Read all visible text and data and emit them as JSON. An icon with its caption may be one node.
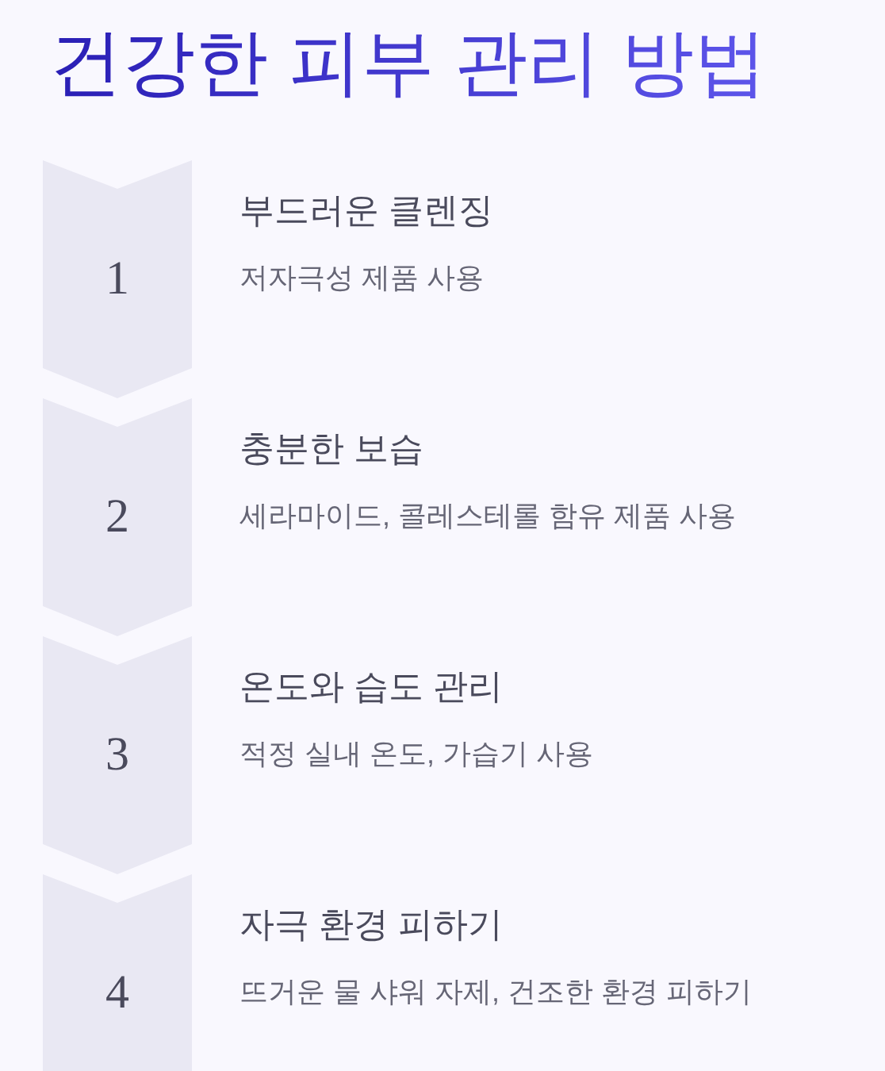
{
  "diagram": {
    "title": "건강한 피부 관리 방법",
    "nodes": [
      {
        "text": [
          "1"
        ],
        "beside": [
          "부드러운 클렌징",
          "저자극성 제품 사용"
        ]
      },
      {
        "text": [
          "2"
        ],
        "beside": [
          "충분한 보습",
          "세라마이드, 콜레스테롤 함유 제품 사용"
        ]
      },
      {
        "text": [
          "3"
        ],
        "beside": [
          "온도와 습도 관리",
          "적정 실내 온도, 가습기 사용"
        ]
      },
      {
        "text": [
          "4"
        ],
        "beside": [
          "자극 환경 피하기",
          "뜨거운 물 샤워 자제, 건조한 환경 피하기"
        ]
      }
    ]
  }
}
